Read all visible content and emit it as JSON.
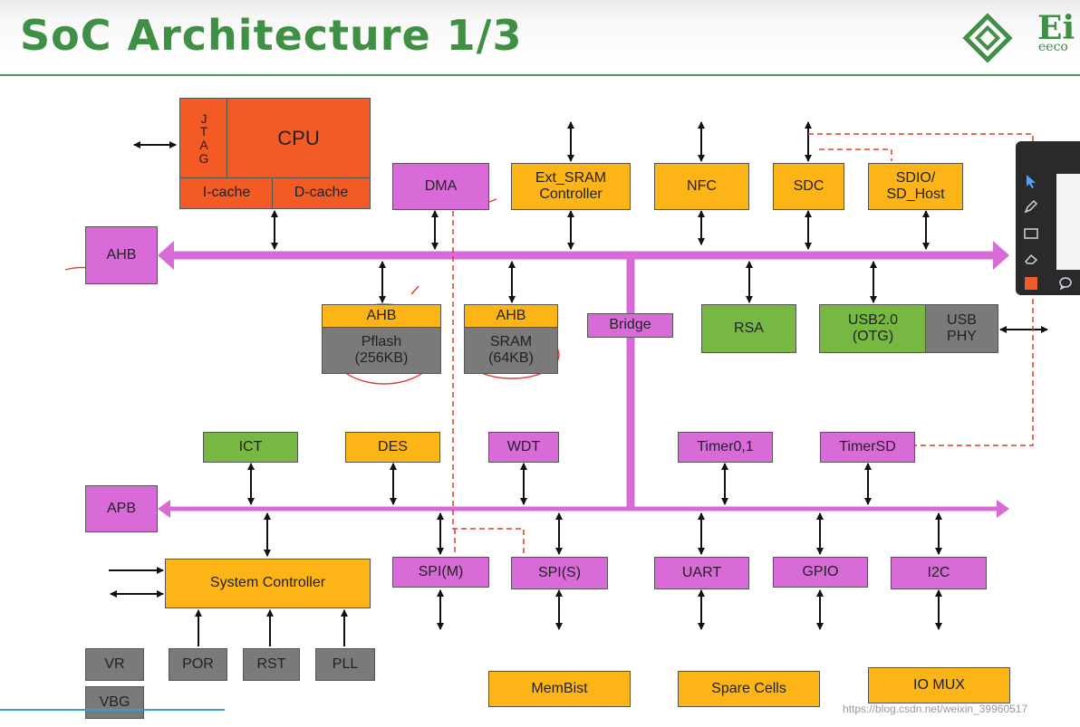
{
  "slide": {
    "title": "SoC Architecture 1/3",
    "logo_text": "Ei",
    "logo_sub": "eeco",
    "watermark": "https://blog.csdn.net/weixin_39960517"
  },
  "colors": {
    "title_green": "#3f8f45",
    "orange": "#fdb416",
    "pink": "#d86bd8",
    "green": "#77b843",
    "gray": "#7a7a7a",
    "cpu_red": "#f45a24",
    "bus_magenta": "#d86bd8",
    "annotation_red": "#e03c2c"
  },
  "cpu": {
    "label": "CPU",
    "jtag": "J\nT\nA\nG",
    "icache": "I-cache",
    "dcache": "D-cache"
  },
  "ahb_top": {
    "bus_label": "AHB",
    "dma": "DMA",
    "ext_sram": "Ext_SRAM\nController",
    "nfc": "NFC",
    "sdc": "SDC",
    "sdio": "SDIO/\nSD_Host"
  },
  "ahb_bottom": {
    "pflash_port": "AHB",
    "pflash": "Pflash\n(256KB)",
    "sram_port": "AHB",
    "sram": "SRAM\n(64KB)",
    "bridge": "Bridge",
    "rsa": "RSA",
    "usb_otg": "USB2.0\n(OTG)",
    "usb_phy": "USB\nPHY"
  },
  "apb_top": {
    "ict": "ICT",
    "des": "DES",
    "wdt": "WDT",
    "timer01": "Timer0,1",
    "timersd": "TimerSD"
  },
  "apb": {
    "bus_label": "APB",
    "system_controller": "System Controller",
    "spi_m": "SPI(M)",
    "spi_s": "SPI(S)",
    "uart": "UART",
    "gpio": "GPIO",
    "i2c": "I2C"
  },
  "misc": {
    "vr": "VR",
    "vbg": "VBG",
    "por": "POR",
    "rst": "RST",
    "pll": "PLL",
    "membist": "MemBist",
    "spare_cells": "Spare Cells",
    "io_mux": "IO MUX"
  },
  "toolbar": {
    "tools": [
      "pointer-icon",
      "pen-icon",
      "rectangle-icon",
      "eraser-icon",
      "color-swatch",
      "comment-icon"
    ]
  }
}
